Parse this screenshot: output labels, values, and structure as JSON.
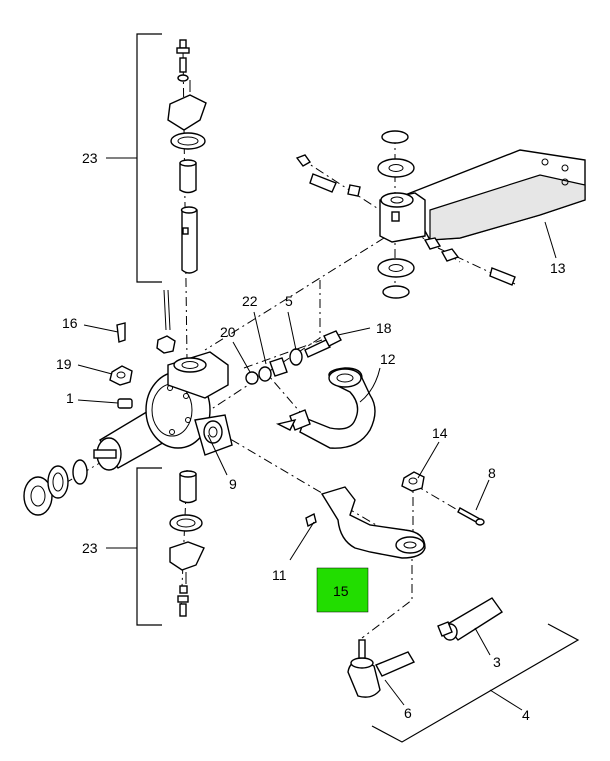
{
  "diagram": {
    "highlight_color": "#22dd00",
    "callouts": {
      "c1": "1",
      "c3": "3",
      "c4": "4",
      "c5": "5",
      "c6": "6",
      "c8": "8",
      "c9": "9",
      "c11": "11",
      "c12": "12",
      "c13": "13",
      "c14": "14",
      "c15": "15",
      "c16": "16",
      "c18": "18",
      "c19": "19",
      "c20": "20",
      "c22": "22",
      "c23_top": "23",
      "c23_bottom": "23"
    }
  }
}
